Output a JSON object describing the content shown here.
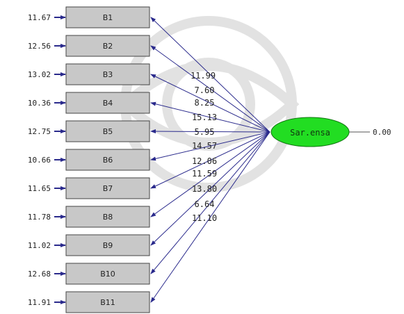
{
  "observed": [
    {
      "label": "B1",
      "error": "11.67",
      "loading": "11.99"
    },
    {
      "label": "B2",
      "error": "12.56",
      "loading": "7.60"
    },
    {
      "label": "B3",
      "error": "13.02",
      "loading": "8.25"
    },
    {
      "label": "B4",
      "error": "10.36",
      "loading": "15.13"
    },
    {
      "label": "B5",
      "error": "12.75",
      "loading": "5.95"
    },
    {
      "label": "B6",
      "error": "10.66",
      "loading": "14.57"
    },
    {
      "label": "B7",
      "error": "11.65",
      "loading": "12.06"
    },
    {
      "label": "B8",
      "error": "11.78",
      "loading": "11.59"
    },
    {
      "label": "B9",
      "error": "11.02",
      "loading": "13.80"
    },
    {
      "label": "B10",
      "error": "12.68",
      "loading": "6.64"
    },
    {
      "label": "B11",
      "error": "11.91",
      "loading": "11.10"
    }
  ],
  "latent": {
    "label": "Sar.ensa",
    "variance": "0.00"
  },
  "colors": {
    "box_fill": "#c8c8c8",
    "box_stroke": "#444444",
    "ellipse_fill": "#22dd22",
    "ellipse_stroke": "#117711",
    "arrow": "#2a2a8c",
    "text": "#222222",
    "watermark": "#e2e2e2"
  }
}
